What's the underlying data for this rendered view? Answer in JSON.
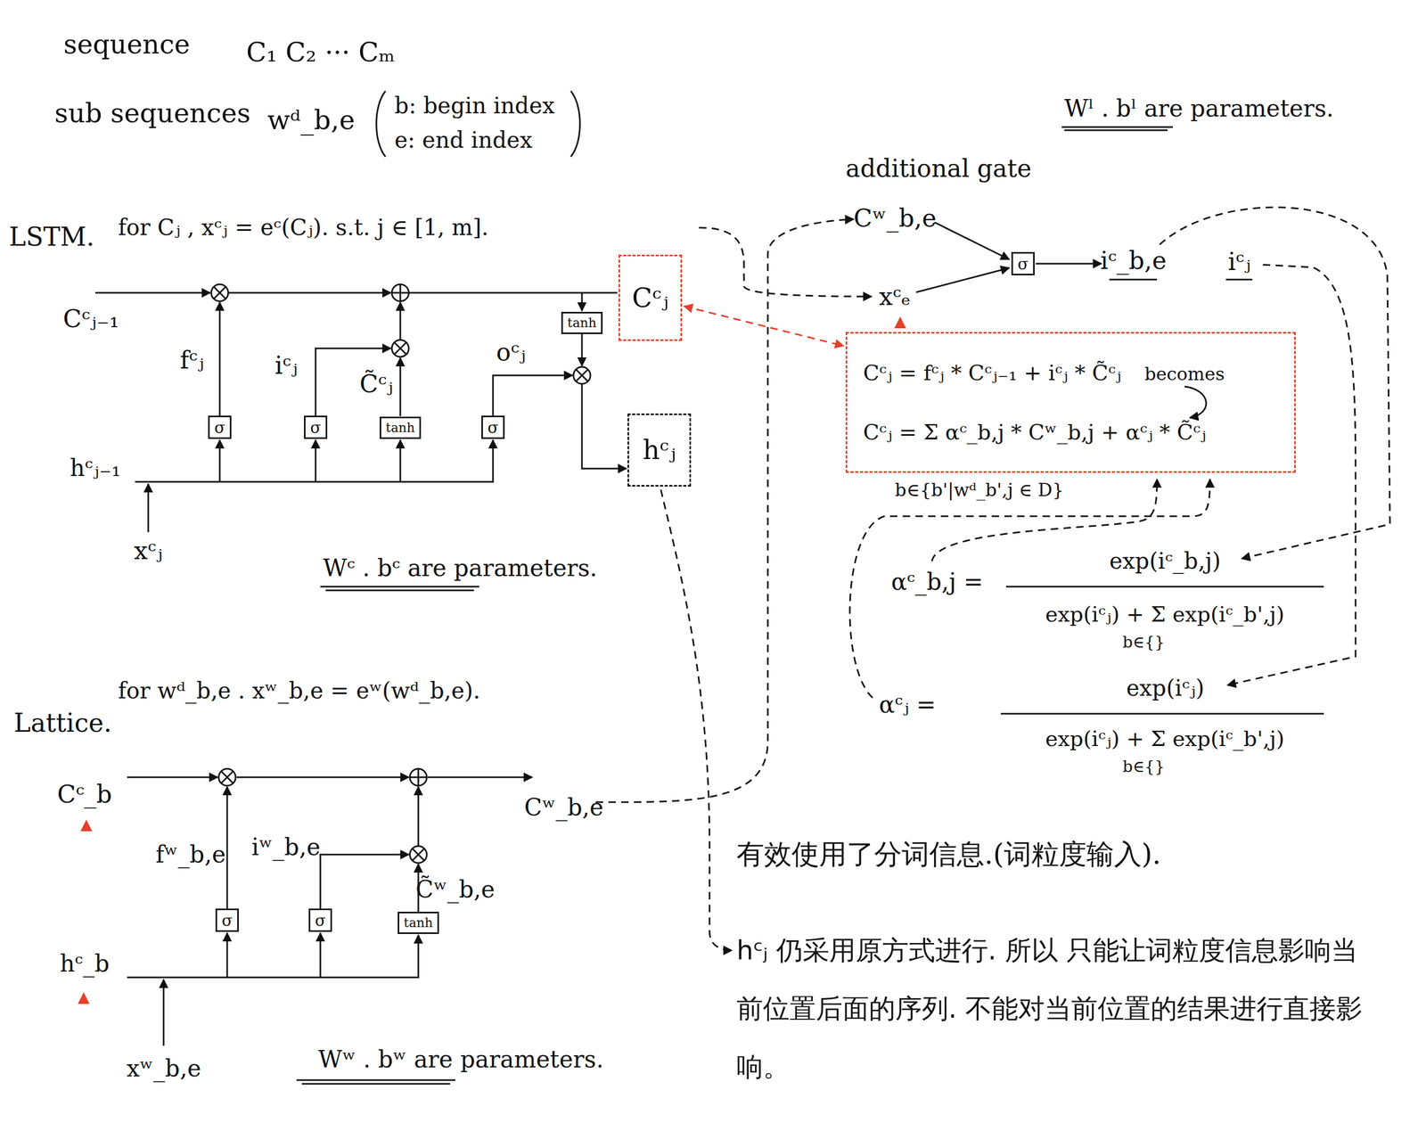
{
  "diagram": {
    "nodes": [
      {
        "text": [
          "σ"
        ]
      },
      {
        "text": [
          "σ"
        ]
      },
      {
        "text": [
          "tanh"
        ]
      },
      {
        "text": [
          "σ"
        ]
      },
      {
        "text": [
          "tanh"
        ]
      },
      {
        "text": [
          "Cᶜⱼ"
        ]
      },
      {
        "text": [
          "hᶜⱼ"
        ]
      },
      {
        "text": [
          "σ"
        ]
      },
      {
        "text": [
          "Cᶜⱼ = fᶜⱼ * Cᶜⱼ₋₁ + iᶜⱼ * C̃ᶜⱼ",
          "becomes",
          "Cᶜⱼ = Σ αᶜ_b,j * Cʷ_b,j + αᶜⱼ * C̃ᶜⱼ"
        ]
      },
      {
        "text": [
          "σ"
        ]
      },
      {
        "text": [
          "σ"
        ]
      },
      {
        "text": [
          "tanh"
        ]
      }
    ],
    "edges": [
      {
        "from": 5,
        "to": 8,
        "arrow": "both"
      }
    ],
    "labels": [
      "sequence",
      "C₁ C₂ ··· Cₘ",
      "sub sequences",
      "wᵈ_b,e",
      "b: begin index",
      "e: end index",
      "Wˡ . bˡ are parameters.",
      "additional gate",
      "LSTM.",
      "for Cⱼ , xᶜⱼ = eᶜ(Cⱼ). s.t. j ∈ [1, m].",
      "Cᶜⱼ₋₁",
      "fᶜⱼ",
      "iᶜⱼ",
      "C̃ᶜⱼ",
      "oᶜⱼ",
      "hᶜⱼ₋₁",
      "xᶜⱼ",
      "Wᶜ . bᶜ are parameters.",
      "Cʷ_b,e",
      "xᶜₑ",
      "iᶜ_b,e",
      "iᶜⱼ",
      "b∈{b'|wᵈ_b',j ∈ D}",
      "αᶜ_b,j =",
      "exp(iᶜ_b,j)",
      "exp(iᶜⱼ) + Σ exp(iᶜ_b',j)",
      "b∈{}",
      "αᶜⱼ =",
      "exp(iᶜⱼ)",
      "exp(iᶜⱼ) + Σ exp(iᶜ_b',j)",
      "b∈{}",
      "Lattice.",
      "for wᵈ_b,e . xʷ_b,e = eʷ(wᵈ_b,e).",
      "Cᶜ_b",
      "fʷ_b,e",
      "iʷ_b,e",
      "C̃ʷ_b,e",
      "Cʷ_b,e",
      "hᶜ_b",
      "xʷ_b,e",
      "Wʷ . bʷ are parameters.",
      "有效使用了分词信息.(词粒度输入).",
      "hᶜⱼ 仍采用原方式进行. 所以 只能让词粒度信息影响当前位置后面的序列. 不能对当前位置的结果进行直接影响。"
    ]
  }
}
